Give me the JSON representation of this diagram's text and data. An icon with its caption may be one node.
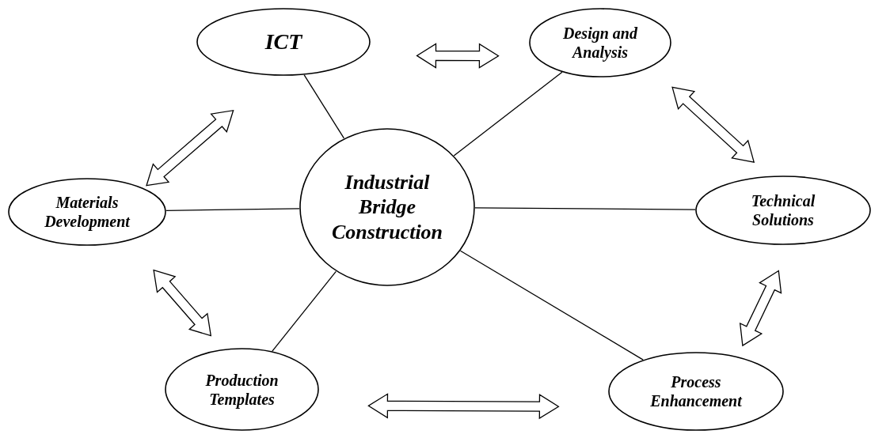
{
  "diagram": {
    "nodes": [
      {
        "text": [
          "Industrial Bridge Construction"
        ]
      },
      {
        "text": [
          "ICT"
        ]
      },
      {
        "text": [
          "Design and Analysis"
        ]
      },
      {
        "text": [
          "Technical Solutions"
        ]
      },
      {
        "text": [
          "Process Enhancement"
        ]
      },
      {
        "text": [
          "Production Templates"
        ]
      },
      {
        "text": [
          "Materials Development"
        ]
      }
    ],
    "edges": [
      {
        "from": 0,
        "to": 1,
        "arrow": "none"
      },
      {
        "from": 0,
        "to": 2,
        "arrow": "none"
      },
      {
        "from": 0,
        "to": 3,
        "arrow": "none"
      },
      {
        "from": 0,
        "to": 4,
        "arrow": "none"
      },
      {
        "from": 0,
        "to": 5,
        "arrow": "none"
      },
      {
        "from": 0,
        "to": 6,
        "arrow": "none"
      },
      {
        "from": 1,
        "to": 2,
        "arrow": "both",
        "style": "thick"
      },
      {
        "from": 2,
        "to": 3,
        "arrow": "both",
        "style": "thick"
      },
      {
        "from": 3,
        "to": 4,
        "arrow": "both",
        "style": "thick"
      },
      {
        "from": 4,
        "to": 5,
        "arrow": "both",
        "style": "thick"
      },
      {
        "from": 5,
        "to": 6,
        "arrow": "both",
        "style": "thick"
      },
      {
        "from": 6,
        "to": 1,
        "arrow": "both",
        "style": "thick"
      }
    ]
  }
}
